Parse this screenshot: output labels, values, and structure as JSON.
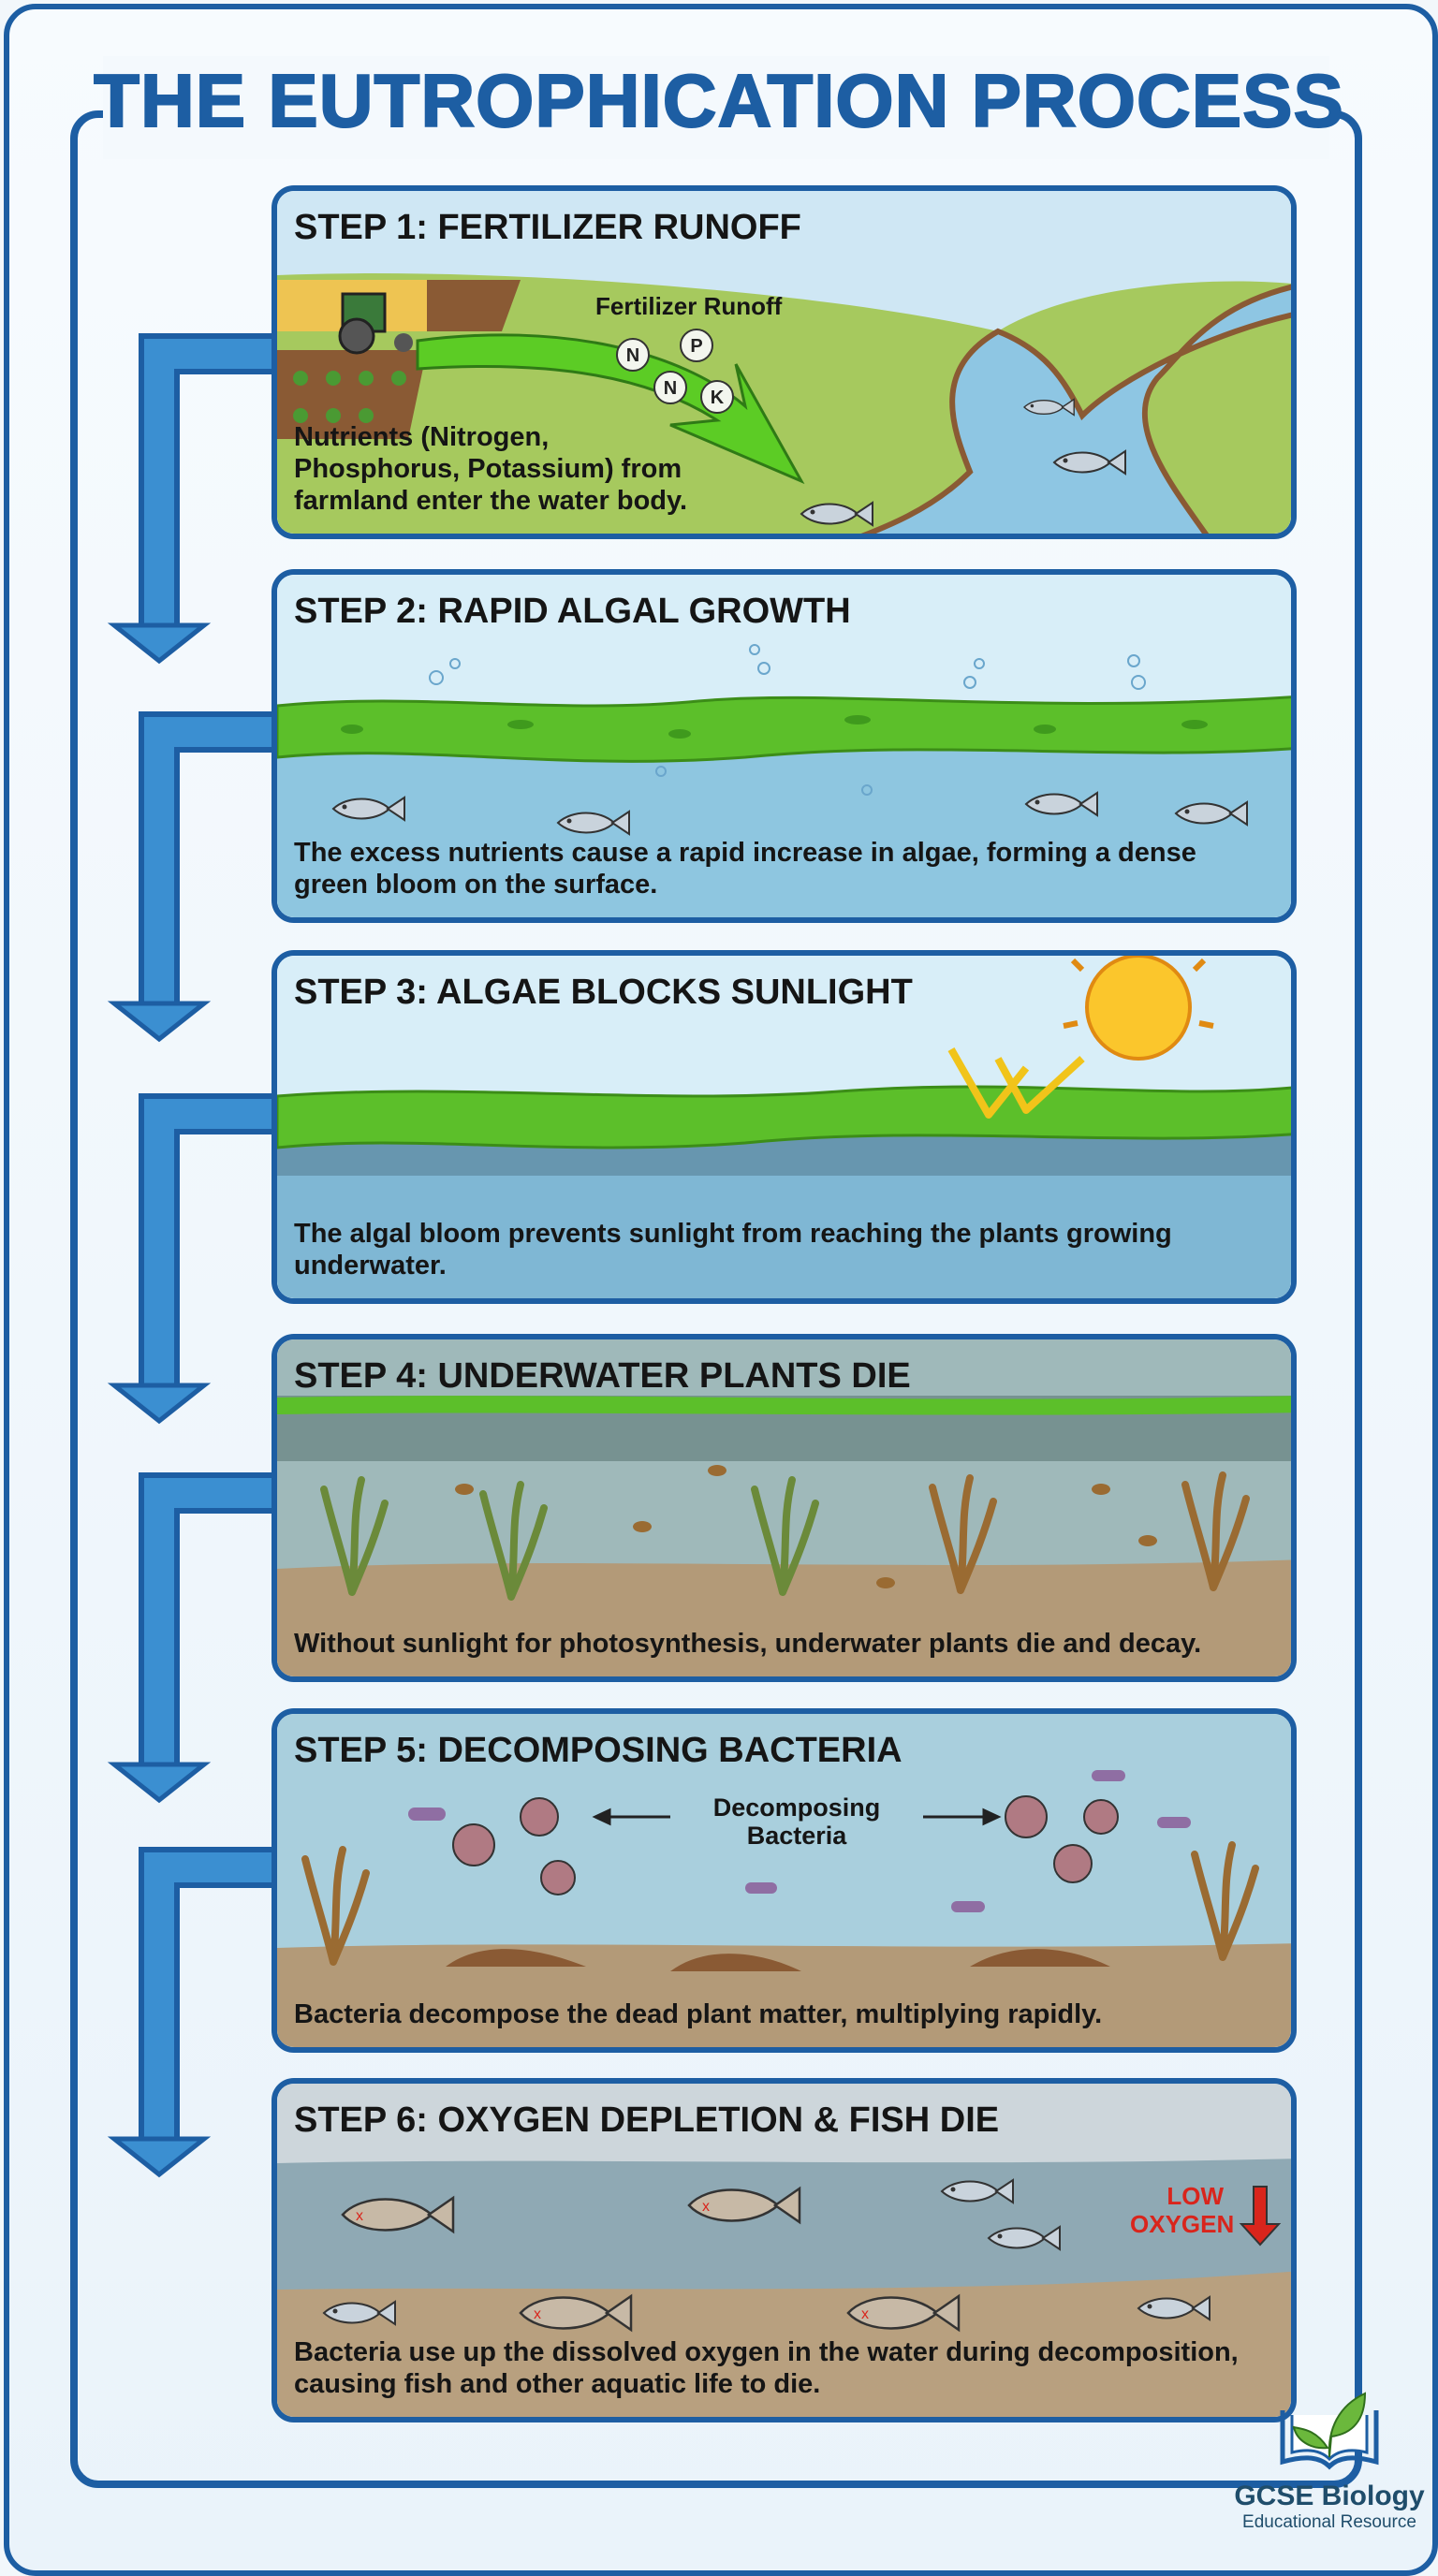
{
  "title": "THE EUTROPHICATION PROCESS",
  "colors": {
    "brand_blue": "#1d5ea3",
    "arrow_blue": "#3b8fd1",
    "algae_green": "#5cbf2a",
    "warning_red": "#d9251c"
  },
  "steps": [
    {
      "title": "STEP 1: FERTILIZER RUNOFF",
      "description": "Nutrients (Nitrogen, Phosphorus, Potassium) from farmland enter the water body.",
      "label": "Fertilizer Runoff",
      "nutrients": [
        "N",
        "N",
        "P",
        "K"
      ]
    },
    {
      "title": "STEP 2: RAPID ALGAL GROWTH",
      "description": "The excess nutrients cause a rapid increase in algae, forming a dense green bloom on the surface."
    },
    {
      "title": "STEP 3: ALGAE BLOCKS SUNLIGHT",
      "description": "The algal bloom prevents sunlight from reaching the plants growing underwater."
    },
    {
      "title": "STEP 4: UNDERWATER PLANTS DIE",
      "description": "Without sunlight for photosynthesis, underwater plants die and decay."
    },
    {
      "title": "STEP 5: DECOMPOSING BACTERIA",
      "description": "Bacteria decompose the dead plant matter, multiplying rapidly.",
      "label": "Decomposing Bacteria"
    },
    {
      "title": "STEP 6: OXYGEN DEPLETION & FISH DIE",
      "description": "Bacteria use up the dissolved oxygen in the water during decomposition, causing fish and other aquatic life to die.",
      "label": "LOW OXYGEN"
    }
  ],
  "logo": {
    "name": "GCSE Biology",
    "subtitle": "Educational Resource"
  }
}
